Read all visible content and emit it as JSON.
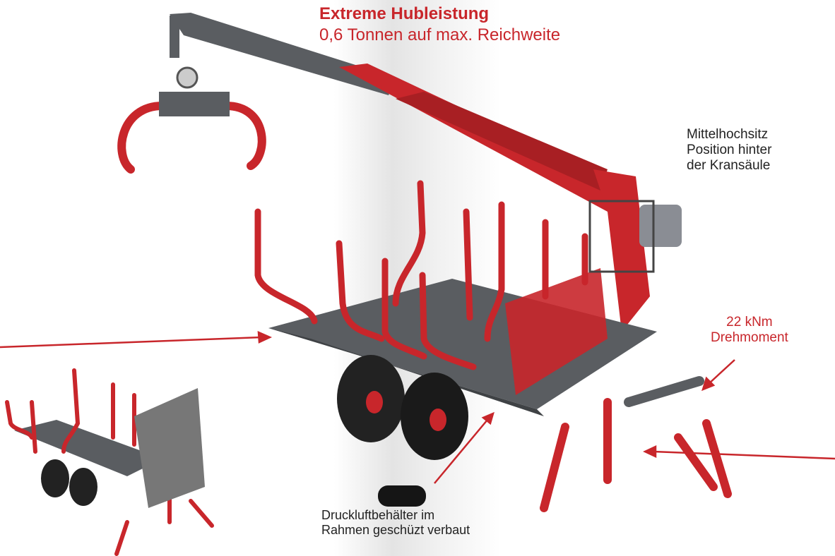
{
  "headline": {
    "title": "Extreme Hubleistung",
    "subtitle": "0,6 Tonnen auf max. Reichweite"
  },
  "callouts": {
    "seat": [
      "Mittelhochsitz",
      "Position hinter",
      "der Kransäule"
    ],
    "torque": [
      "22 kNm",
      "Drehmoment"
    ],
    "air_tank": [
      "Druckluftbehälter im",
      "Rahmen geschüzt verbaut"
    ]
  },
  "colors": {
    "accent_red": "#c8262b",
    "frame_gray": "#55585c",
    "text_dark": "#222222"
  }
}
